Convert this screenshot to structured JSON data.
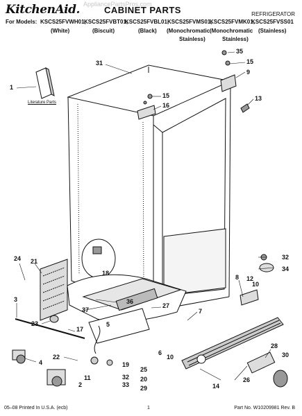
{
  "header": {
    "brand": "KitchenAid.",
    "title": "CABINET PARTS",
    "appliance": "REFRIGERATOR",
    "watermark": "AppliancePartsPros.com"
  },
  "models": {
    "prefix": "For Models:",
    "list": [
      {
        "code": "KSCS25FVWH01,",
        "color": "(White)"
      },
      {
        "code": "KSCS25FVBT01,",
        "color": "(Biscuit)"
      },
      {
        "code": "KSCS25FVBL01,",
        "color": "(Black)"
      },
      {
        "code": "KSCS25FVMS01,",
        "color": "(Monochromatic",
        "color2": "Stainless)"
      },
      {
        "code": "KSCS25FVMK01,",
        "color": "(Monochromatic",
        "color2": "Stainless)"
      },
      {
        "code": "KSCS25FVSS01",
        "color": "(Stainless)"
      }
    ]
  },
  "callouts": [
    "35",
    "15",
    "9",
    "31",
    "13",
    "1",
    "15",
    "16",
    "24",
    "21",
    "32",
    "34",
    "18",
    "8",
    "12",
    "10",
    "3",
    "27",
    "7",
    "37",
    "36",
    "23",
    "17",
    "5",
    "4",
    "22",
    "19",
    "6",
    "10",
    "11",
    "25",
    "20",
    "28",
    "30",
    "2",
    "32",
    "33",
    "29",
    "14",
    "26"
  ],
  "literature_label": "Literature Parts",
  "footer": {
    "left": "05–08 Printed In U.S.A. (ecb)",
    "page": "1",
    "part_no": "Part No. W10209981 Rev. B"
  }
}
